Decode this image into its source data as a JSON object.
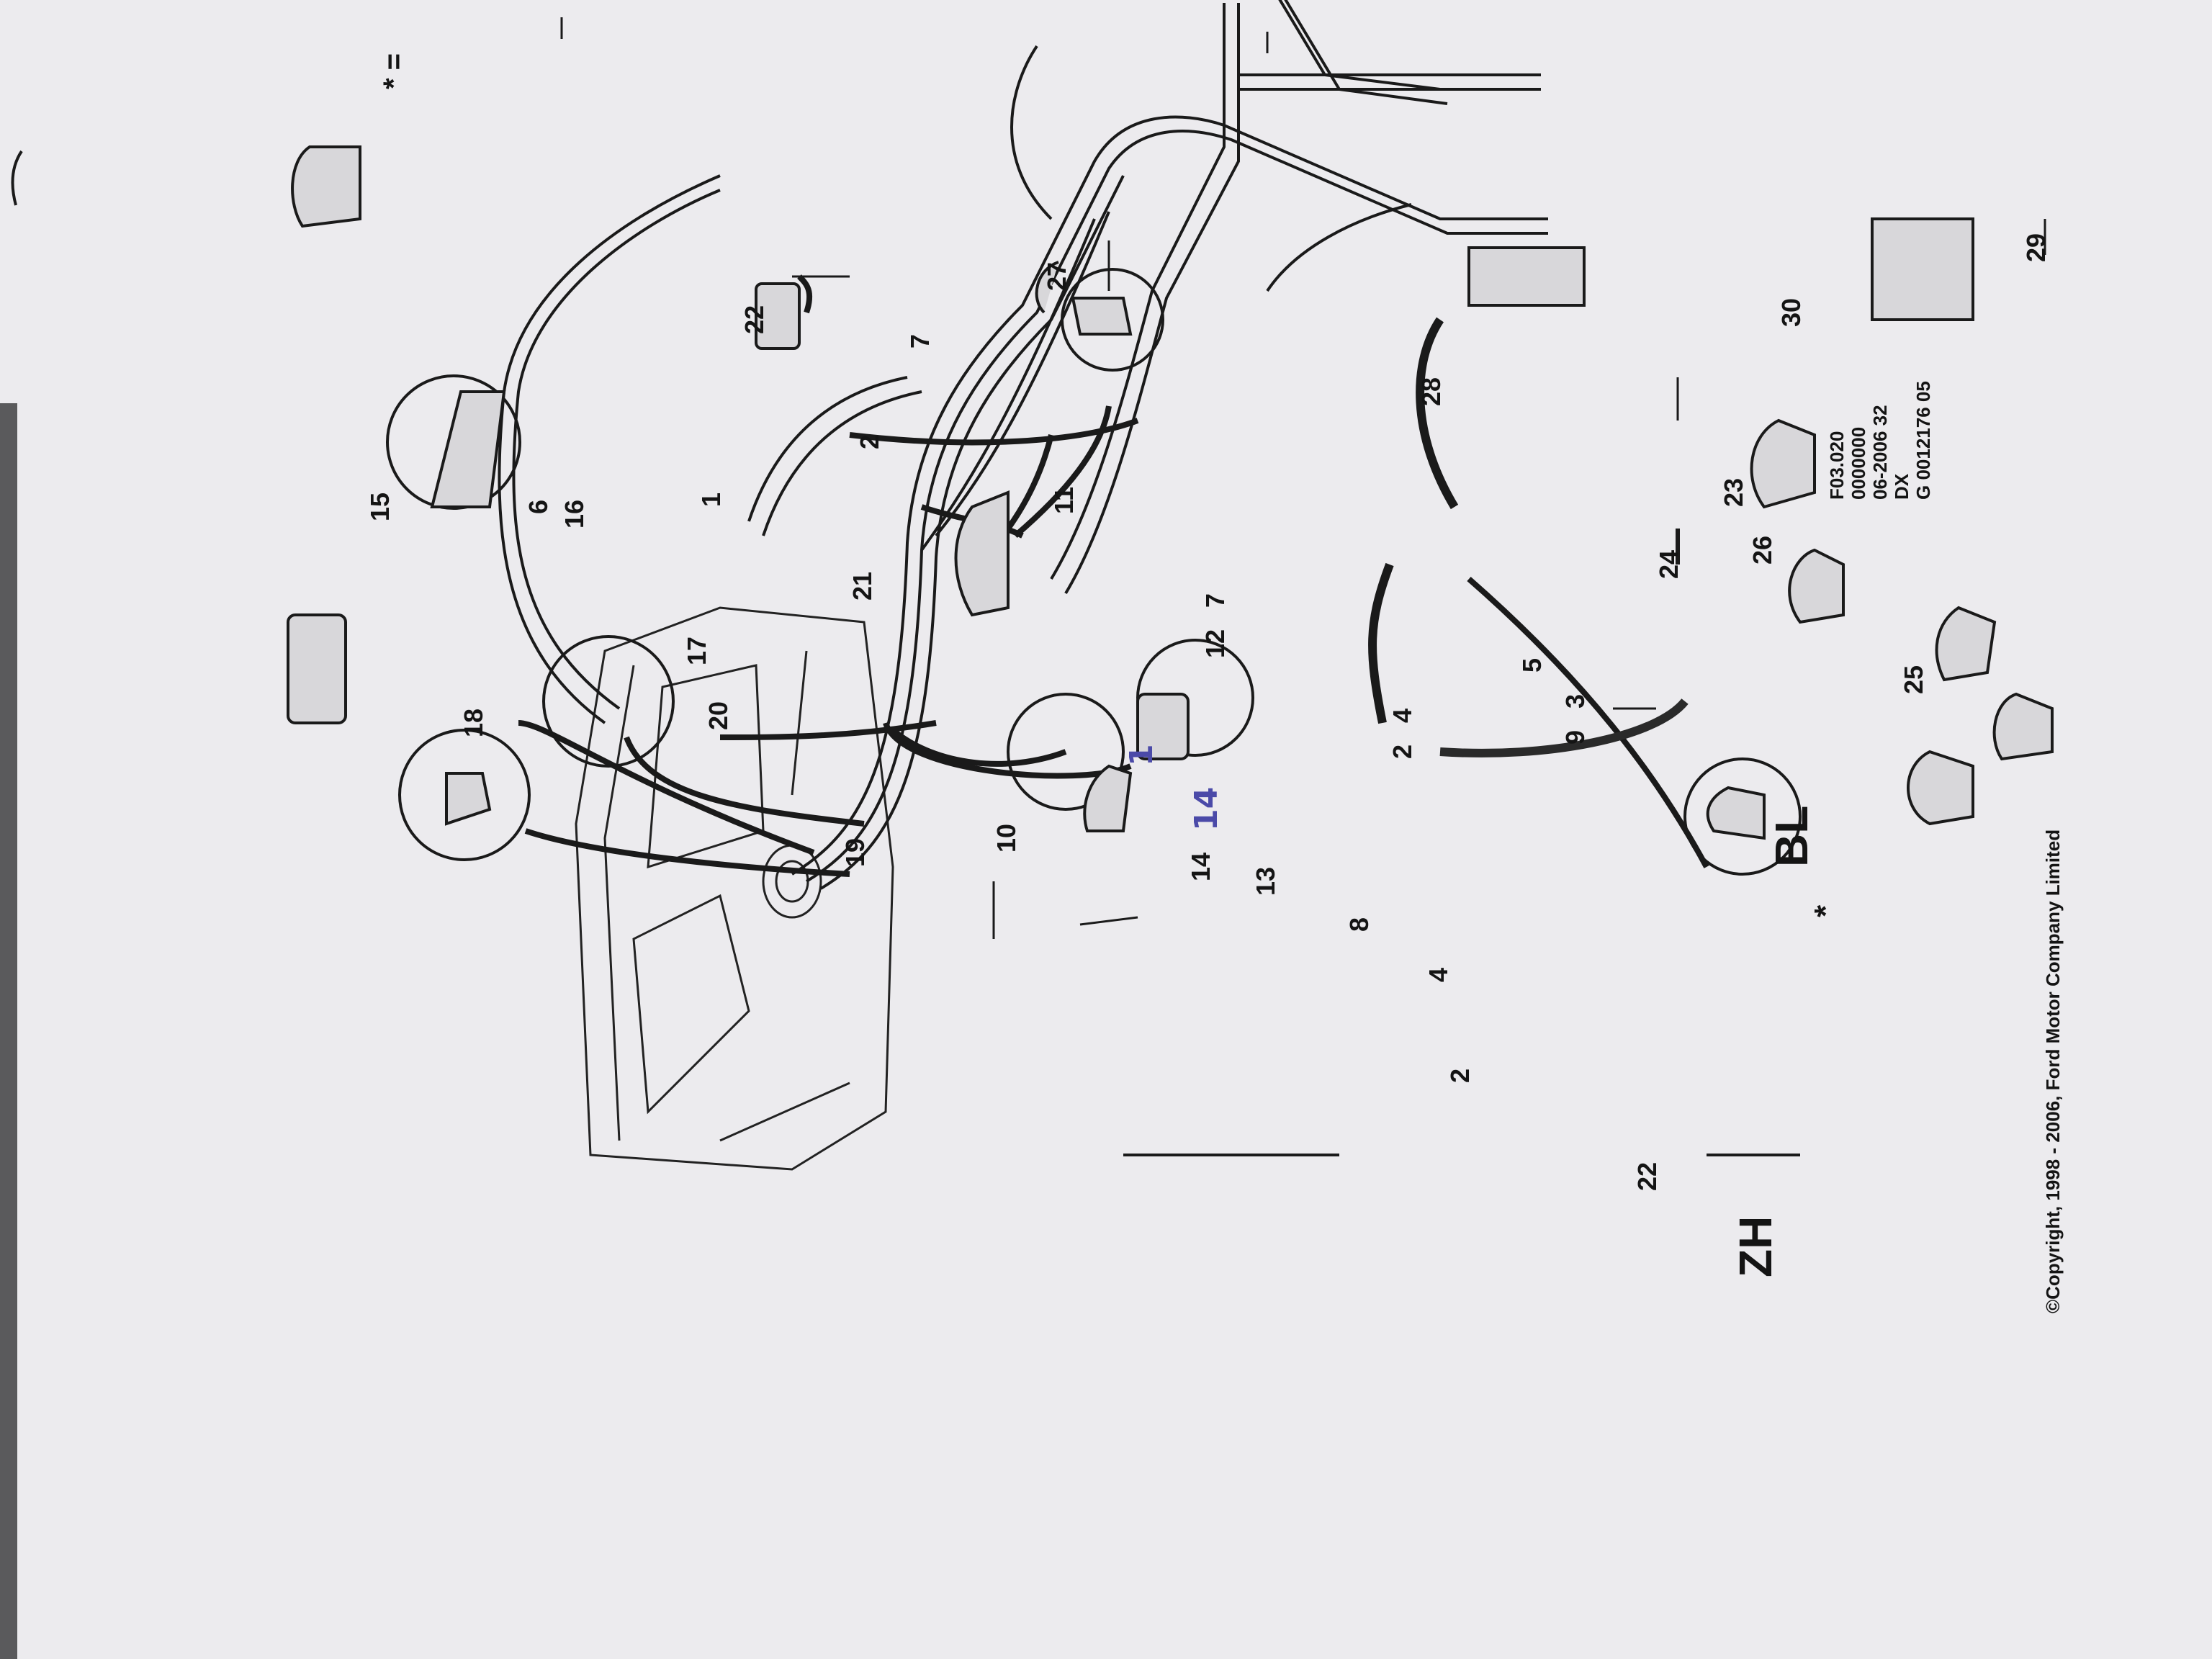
{
  "diagram": {
    "callouts": [
      "1",
      "2",
      "2",
      "2",
      "3",
      "4",
      "4",
      "5",
      "6",
      "7",
      "7",
      "8",
      "9",
      "10",
      "11",
      "12",
      "13",
      "14",
      "15",
      "16",
      "17",
      "18",
      "19",
      "20",
      "21",
      "22",
      "22",
      "23",
      "24",
      "25",
      "26",
      "27",
      "28",
      "29",
      "30"
    ],
    "legend_symbol": "* =",
    "asterisk": "*",
    "handwritten": [
      "1",
      "14"
    ],
    "variant_labels": [
      "ZH",
      "BL"
    ],
    "copyright": "©Copyright, 1998 - 2006, Ford Motor Company Limited",
    "reference_codes": [
      "F03.020",
      "0000000",
      "06-2006 32",
      "DX",
      "G 0012176 05"
    ]
  },
  "colors": {
    "paper": "#e9e8ea",
    "ink": "#1a1a1a",
    "pen": "#4b4aa8"
  }
}
